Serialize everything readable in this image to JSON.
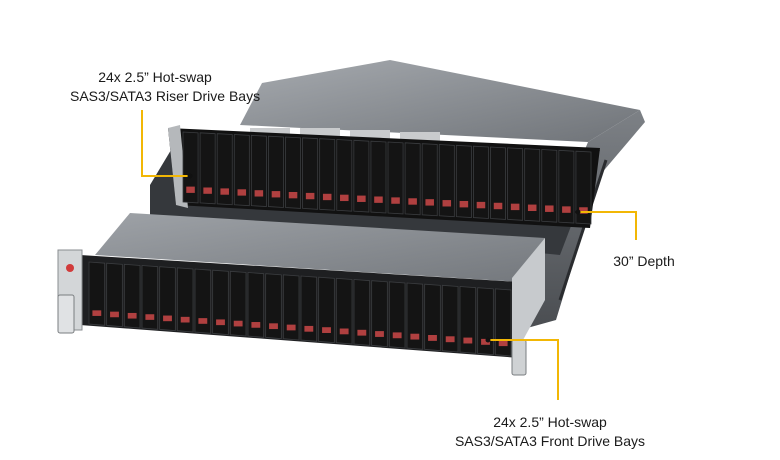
{
  "callouts": {
    "riser": {
      "line1": "24x 2.5” Hot-swap",
      "line2": "SAS3/SATA3 Riser Drive Bays"
    },
    "depth": {
      "text": "30” Depth"
    },
    "front": {
      "line1": "24x 2.5” Hot-swap",
      "line2": "SAS3/SATA3 Front Drive Bays"
    }
  },
  "counts": {
    "riser_bays": 24,
    "front_bays": 24
  },
  "colors": {
    "callout_line": "#f2b705",
    "chassis_top": "#8d9196",
    "chassis_dark": "#2b2d30",
    "bay_black": "#141414",
    "drive_led": "#b04040"
  }
}
